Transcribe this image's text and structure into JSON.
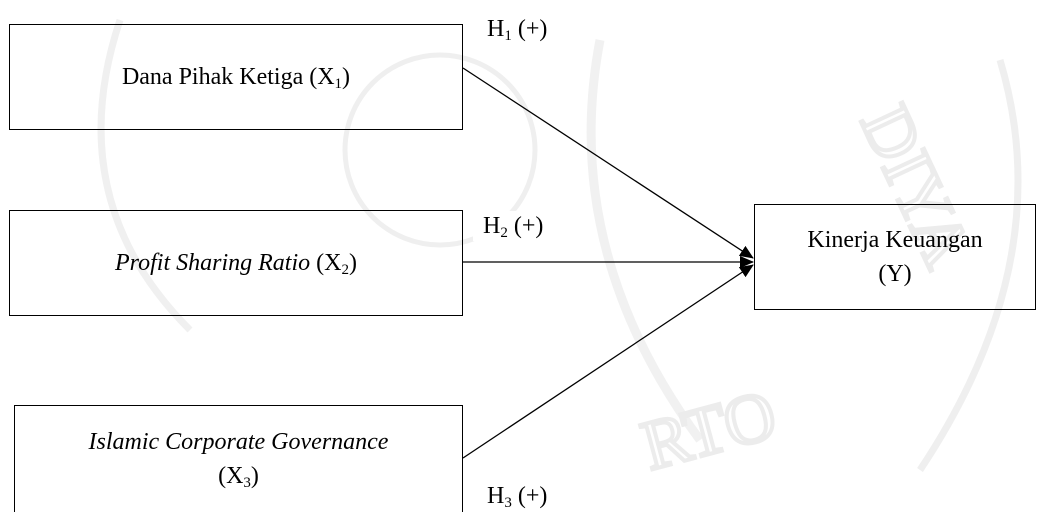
{
  "watermark": {
    "letters_top_right": "DIYA",
    "letters_bottom": "RTO"
  },
  "nodes": {
    "x1": {
      "name": "Dana Pihak Ketiga",
      "open": "(X",
      "sub": "1",
      "close": ")"
    },
    "x2": {
      "name": "Profit Sharing Ratio",
      "open": "(X",
      "sub": "2",
      "close": ")"
    },
    "x3": {
      "name": "Islamic Corporate Governance",
      "open": "(X",
      "sub": "3",
      "close": ")"
    },
    "y": {
      "line1": "Kinerja Keuangan",
      "line2": "(Y)"
    }
  },
  "edges": [
    {
      "from": "x1",
      "to": "y",
      "h": "H",
      "sub": "1",
      "sign": "(+)"
    },
    {
      "from": "x2",
      "to": "y",
      "h": "H",
      "sub": "2",
      "sign": "(+)"
    },
    {
      "from": "x3",
      "to": "y",
      "h": "H",
      "sub": "3",
      "sign": "(+)"
    }
  ],
  "colors": {
    "line": "#000000",
    "background": "#ffffff",
    "watermark": "#ececec"
  }
}
